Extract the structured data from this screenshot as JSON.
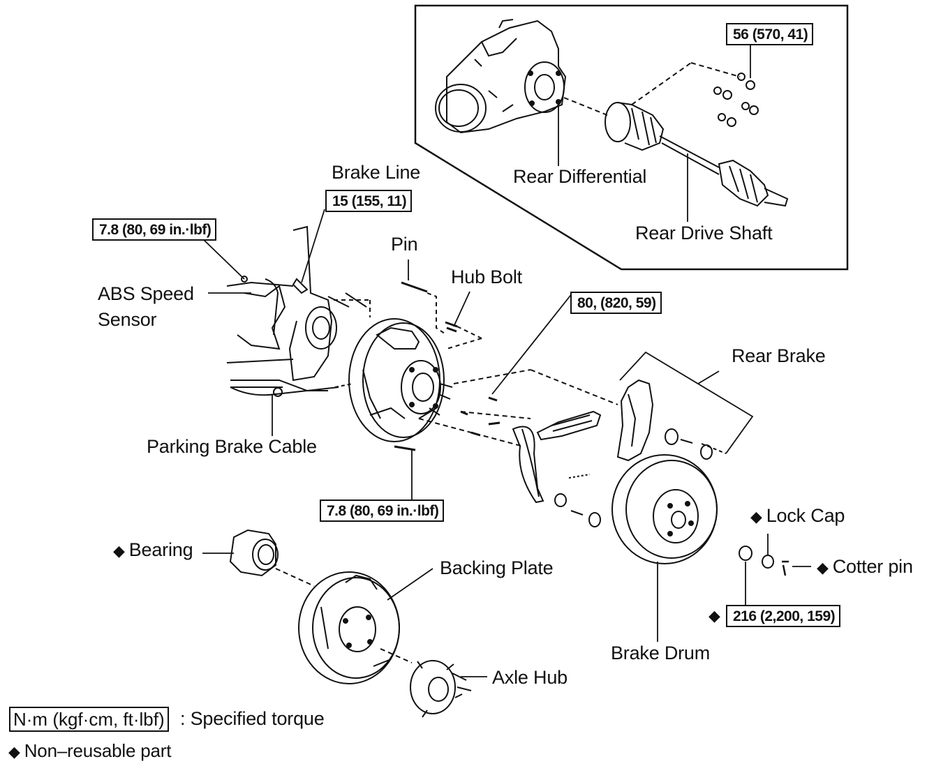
{
  "labels": {
    "rear_differential": "Rear Differential",
    "rear_drive_shaft": "Rear Drive Shaft",
    "brake_line": "Brake Line",
    "abs_speed_sensor_1": "ABS Speed",
    "abs_speed_sensor_2": "Sensor",
    "pin": "Pin",
    "hub_bolt": "Hub Bolt",
    "rear_brake": "Rear Brake",
    "parking_brake_cable": "Parking Brake Cable",
    "lock_cap": "Lock Cap",
    "cotter_pin": "Cotter pin",
    "bearing": "Bearing",
    "backing_plate": "Backing Plate",
    "brake_drum": "Brake Drum",
    "axle_hub": "Axle Hub"
  },
  "torques": {
    "drive_shaft_nut": "56 (570, 41)",
    "brake_line": "15 (155, 11)",
    "abs_sensor": "7.8 (80, 69 in.·lbf)",
    "hub_bolt": "80, (820, 59)",
    "parking_cable": "7.8 (80, 69 in.·lbf)",
    "axle_nut": "216 (2,200, 159)"
  },
  "legend": {
    "torque_unit": "N·m (kgf·cm, ft·lbf)",
    "torque_text": ": Specified torque",
    "nonreusable_text": "Non–reusable part"
  },
  "symbols": {
    "nonreusable": "◆"
  }
}
